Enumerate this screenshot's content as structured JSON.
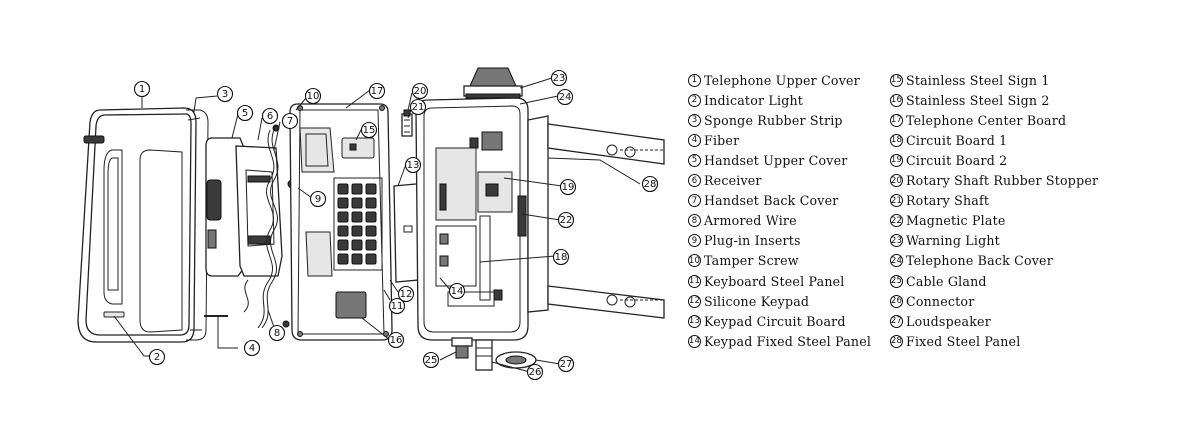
{
  "legend": {
    "items": [
      {
        "num": "1",
        "label": "Telephone Upper Cover"
      },
      {
        "num": "2",
        "label": "Indicator Light"
      },
      {
        "num": "3",
        "label": "Sponge Rubber Strip"
      },
      {
        "num": "4",
        "label": "Fiber"
      },
      {
        "num": "5",
        "label": "Handset Upper Cover"
      },
      {
        "num": "6",
        "label": "Receiver"
      },
      {
        "num": "7",
        "label": "Handset Back Cover"
      },
      {
        "num": "8",
        "label": "Armored Wire"
      },
      {
        "num": "9",
        "label": "Plug-in Inserts"
      },
      {
        "num": "10",
        "label": "Tamper Screw"
      },
      {
        "num": "11",
        "label": "Keyboard Steel Panel"
      },
      {
        "num": "12",
        "label": "Silicone Keypad"
      },
      {
        "num": "13",
        "label": "Keypad Circuit Board"
      },
      {
        "num": "14",
        "label": "Keypad Fixed Steel Panel"
      },
      {
        "num": "15",
        "label": "Stainless Steel Sign 1"
      },
      {
        "num": "16",
        "label": "Stainless Steel Sign 2"
      },
      {
        "num": "17",
        "label": "Telephone Center Board"
      },
      {
        "num": "18",
        "label": "Circuit Board 1"
      },
      {
        "num": "19",
        "label": "Circuit Board 2"
      },
      {
        "num": "20",
        "label": "Rotary Shaft Rubber Stopper"
      },
      {
        "num": "21",
        "label": "Rotary Shaft"
      },
      {
        "num": "22",
        "label": "Magnetic Plate"
      },
      {
        "num": "23",
        "label": "Warning Light"
      },
      {
        "num": "24",
        "label": "Telephone Back Cover"
      },
      {
        "num": "25",
        "label": "Cable Gland"
      },
      {
        "num": "26",
        "label": "Connector"
      },
      {
        "num": "27",
        "label": "Loudspeaker"
      },
      {
        "num": "28",
        "label": "Fixed Steel Panel"
      }
    ]
  },
  "callouts": [
    "1",
    "2",
    "3",
    "4",
    "5",
    "6",
    "7",
    "8",
    "9",
    "10",
    "11",
    "12",
    "13",
    "14",
    "15",
    "16",
    "17",
    "18",
    "19",
    "20",
    "21",
    "22",
    "23",
    "24",
    "25",
    "26",
    "27",
    "28"
  ]
}
